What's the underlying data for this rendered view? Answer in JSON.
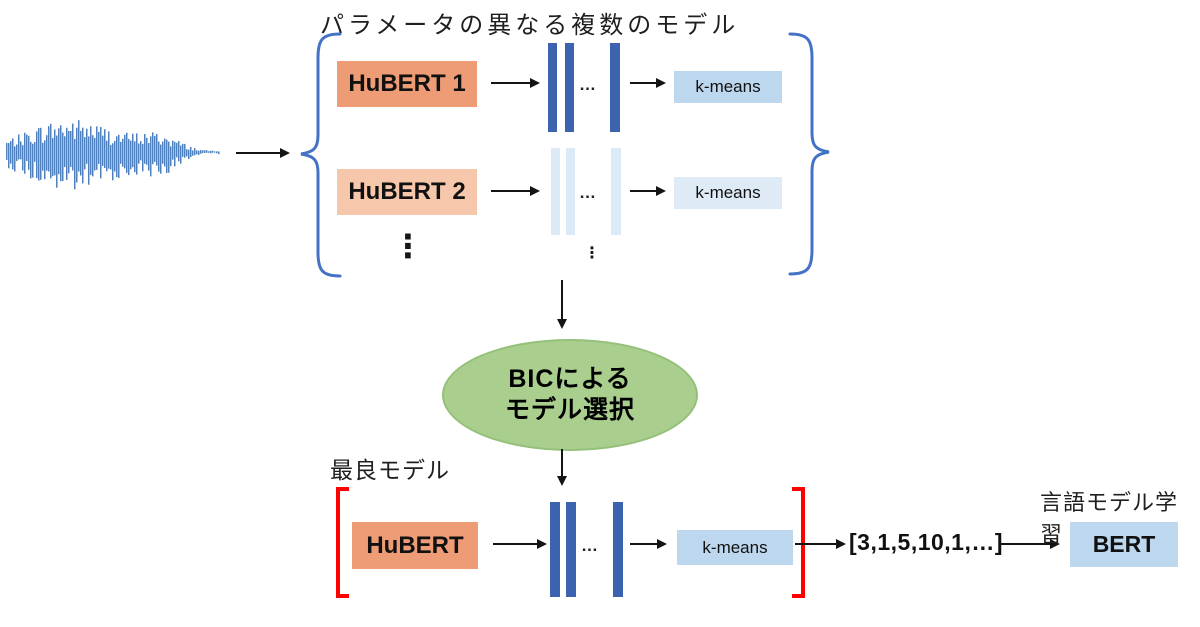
{
  "labels": {
    "top": "パラメータの異なる複数のモデル",
    "best_model": "最良モデル",
    "language_model": "言語モデル学習"
  },
  "bic": {
    "line1": "BICによる",
    "line2": "モデル選択"
  },
  "rows": [
    {
      "model": "HuBERT 1",
      "cluster": "k-means",
      "ellipsis": "…"
    },
    {
      "model": "HuBERT 2",
      "cluster": "k-means",
      "ellipsis": "…"
    }
  ],
  "best": {
    "model": "HuBERT",
    "cluster": "k-means",
    "ellipsis": "…",
    "tokens": "[3,1,5,10,1,…]",
    "lm": "BERT"
  },
  "misc": {
    "vdots": "⋮"
  },
  "colors": {
    "model_strong": "#EE9C75",
    "model_light": "#F7C7AB",
    "bars_strong": "#3C63B0",
    "bars_light": "#DCE9F7",
    "kmeans_strong": "#BDD7EE",
    "kmeans_light": "#DEEBF7",
    "ellipse_fill": "#A9CE8D",
    "ellipse_border": "#95C07A",
    "brace": "#4472C4",
    "bracket": "#FF0000",
    "waveform": "#4E81BD"
  }
}
